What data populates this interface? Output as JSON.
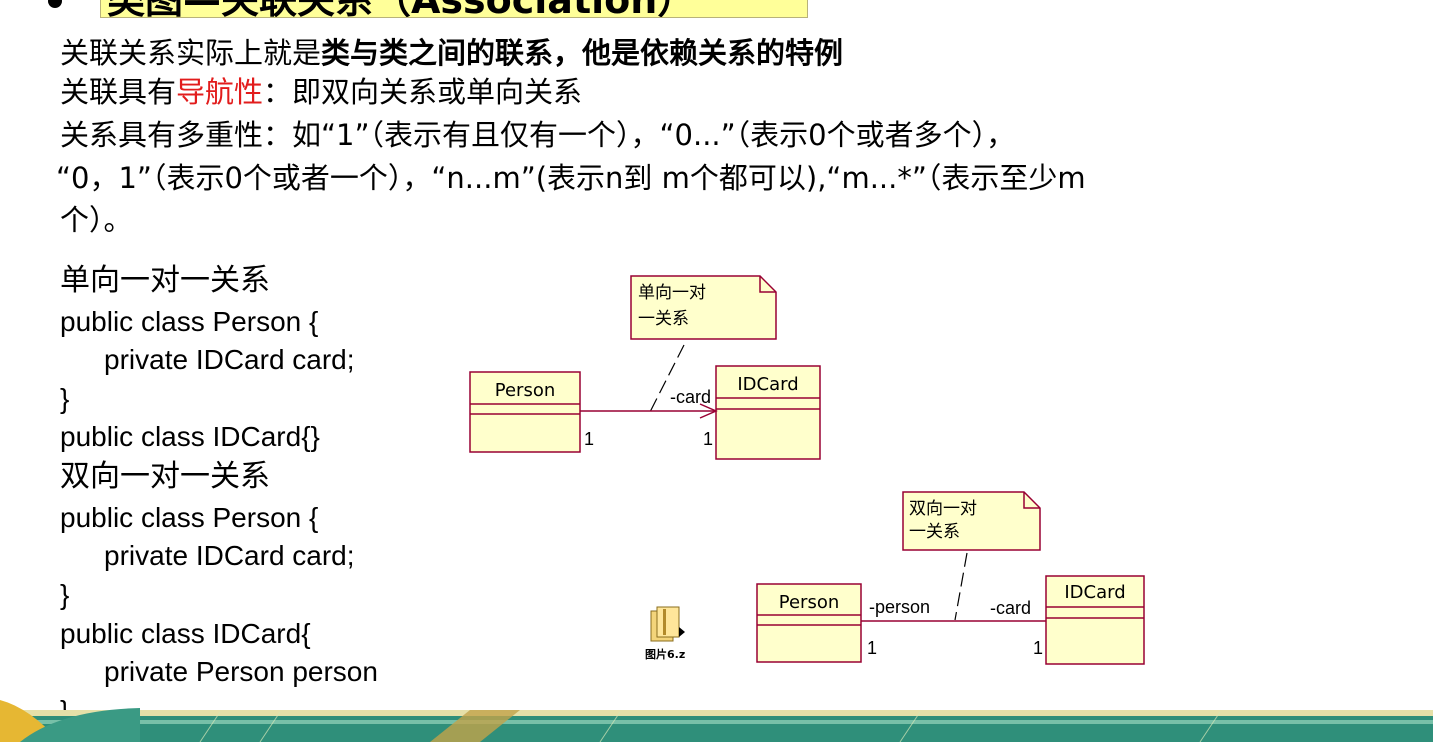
{
  "title": {
    "text": "类图—关联关系（Association）"
  },
  "paragraphs": {
    "p1_normal": "关联关系实际上就是",
    "p1_bold": "类与类之间的联系，他是依赖关系的特例",
    "p2_before": "关联具有",
    "p2_red": "导航性",
    "p2_after": "：即双向关系或单向关系",
    "p3": "关系具有多重性：如“1”（表示有且仅有一个），“0...”（表示0个或者多个），",
    "p4": "“0，1”（表示0个或者一个），“n...m”(表示n到 m个都可以),“m...*”（表示至少m",
    "p5": "个）。"
  },
  "code": {
    "heading1": "单向一对一关系",
    "c1": "public class Person {",
    "c2": "private IDCard card;",
    "c3": "}",
    "c4": "public class IDCard{}",
    "heading2": "双向一对一关系",
    "c5": "public class Person {",
    "c6": "private IDCard card;",
    "c7": "}",
    "c8": "public class IDCard{",
    "c9": "private Person person",
    "c10": "}"
  },
  "diagram1": {
    "note": [
      "单向一对",
      "一关系"
    ],
    "class_a": "Person",
    "class_b": "IDCard",
    "role_b": "-card",
    "mult_a": "1",
    "mult_b": "1"
  },
  "diagram2": {
    "note": [
      "双向一对",
      "一关系"
    ],
    "class_a": "Person",
    "class_b": "IDCard",
    "role_a": "-person",
    "role_b": "-card",
    "mult_a": "1",
    "mult_b": "1"
  },
  "attachment": {
    "label": "图片6.z",
    "icon": "folder-zip-icon"
  },
  "colors": {
    "class_fill": "#ffffcc",
    "class_border": "#990033",
    "note_border": "#990033",
    "title_bg": "#ffff99",
    "accent_red": "#e21c1c"
  }
}
